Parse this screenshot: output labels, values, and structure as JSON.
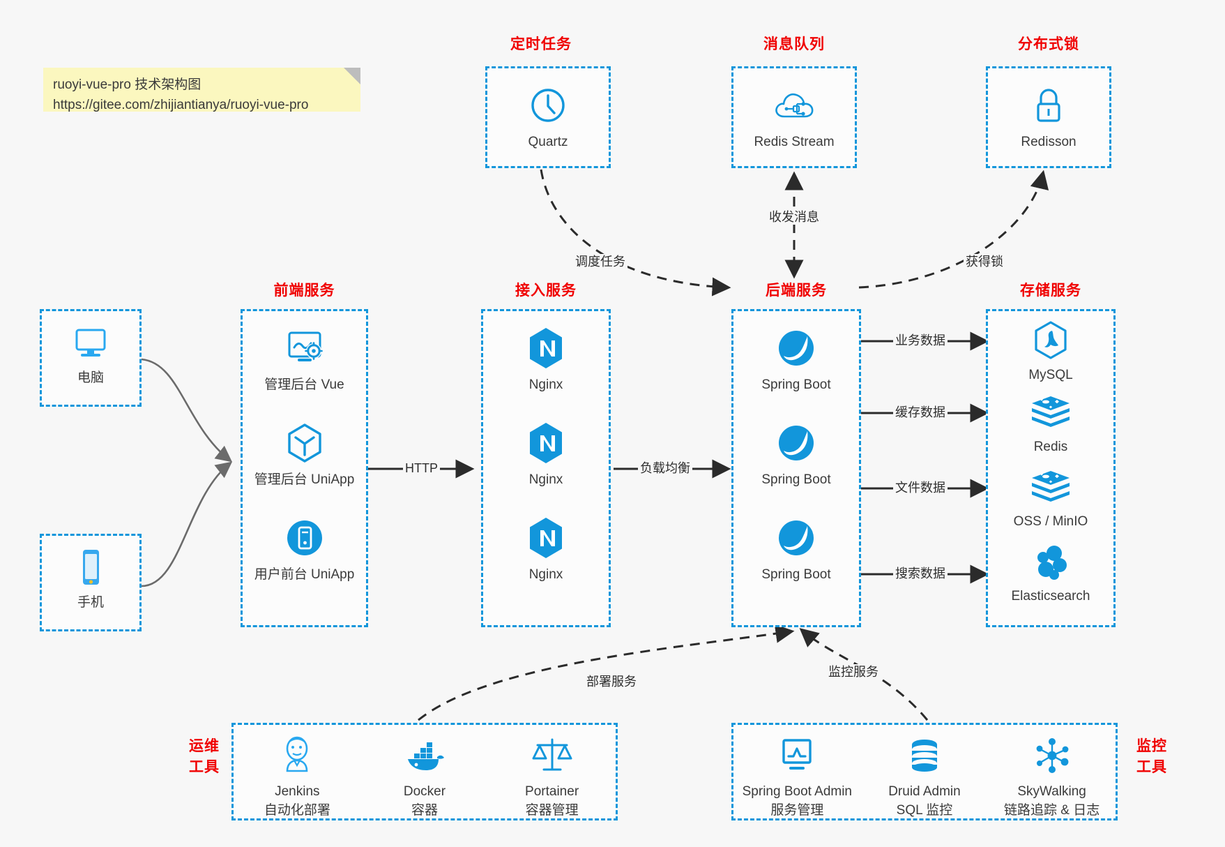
{
  "note": {
    "line1": "ruoyi-vue-pro 技术架构图",
    "line2": "https://gitee.com/zhijiantianya/ruoyi-vue-pro"
  },
  "colors": {
    "box_border": "#1296db",
    "group_title": "#f00000",
    "icon_blue": "#1296db",
    "arrow": "#2b2b2b",
    "canvas_bg": "#f7f7f7",
    "note_bg": "#fbf7bf"
  },
  "groups": {
    "scheduled_task": {
      "title": "定时任务",
      "nodes": [
        {
          "label": "Quartz",
          "icon": "clock-icon"
        }
      ]
    },
    "message_queue": {
      "title": "消息队列",
      "nodes": [
        {
          "label": "Redis Stream",
          "icon": "cloud-network-icon"
        }
      ]
    },
    "distributed_lock": {
      "title": "分布式锁",
      "nodes": [
        {
          "label": "Redisson",
          "icon": "padlock-icon"
        }
      ]
    },
    "client_pc": {
      "title": "",
      "nodes": [
        {
          "label": "电脑",
          "icon": "desktop-monitor-icon"
        }
      ]
    },
    "client_mobile": {
      "title": "",
      "nodes": [
        {
          "label": "手机",
          "icon": "smartphone-icon"
        }
      ]
    },
    "frontend": {
      "title": "前端服务",
      "nodes": [
        {
          "label": "管理后台 Vue",
          "icon": "dashboard-gear-icon"
        },
        {
          "label": "管理后台 UniApp",
          "icon": "hexagon-cube-icon"
        },
        {
          "label": "用户前台 UniApp",
          "icon": "mobile-circle-icon"
        }
      ]
    },
    "gateway": {
      "title": "接入服务",
      "nodes": [
        {
          "label": "Nginx",
          "icon": "nginx-icon"
        },
        {
          "label": "Nginx",
          "icon": "nginx-icon"
        },
        {
          "label": "Nginx",
          "icon": "nginx-icon"
        }
      ]
    },
    "backend": {
      "title": "后端服务",
      "nodes": [
        {
          "label": "Spring Boot",
          "icon": "spring-boot-icon"
        },
        {
          "label": "Spring Boot",
          "icon": "spring-boot-icon"
        },
        {
          "label": "Spring Boot",
          "icon": "spring-boot-icon"
        }
      ]
    },
    "storage": {
      "title": "存储服务",
      "nodes": [
        {
          "label": "MySQL",
          "icon": "mysql-icon"
        },
        {
          "label": "Redis",
          "icon": "redis-icon"
        },
        {
          "label": "OSS / MinIO",
          "icon": "object-storage-icon"
        },
        {
          "label": "Elasticsearch",
          "icon": "elasticsearch-icon"
        }
      ]
    },
    "devops": {
      "title": "运维\n工具",
      "title_line1": "运维",
      "title_line2": "工具",
      "nodes": [
        {
          "label": "Jenkins",
          "sublabel": "自动化部署",
          "icon": "jenkins-butler-icon"
        },
        {
          "label": "Docker",
          "sublabel": "容器",
          "icon": "docker-whale-icon"
        },
        {
          "label": "Portainer",
          "sublabel": "容器管理",
          "icon": "scales-icon"
        }
      ]
    },
    "monitoring": {
      "title_line1": "监控",
      "title_line2": "工具",
      "nodes": [
        {
          "label": "Spring Boot Admin",
          "sublabel": "服务管理",
          "icon": "monitor-chart-icon"
        },
        {
          "label": "Druid Admin",
          "sublabel": "SQL 监控",
          "icon": "database-cylinder-icon"
        },
        {
          "label": "SkyWalking",
          "sublabel": "链路追踪 & 日志",
          "icon": "skywalking-nodes-icon"
        }
      ]
    }
  },
  "edges": [
    {
      "name": "schedule-task",
      "label": "调度任务",
      "style": "dashed"
    },
    {
      "name": "send-receive-message",
      "label": "收发消息",
      "style": "dashed-bidirectional"
    },
    {
      "name": "acquire-lock",
      "label": "获得锁",
      "style": "dashed"
    },
    {
      "name": "http",
      "label": "HTTP",
      "style": "solid"
    },
    {
      "name": "load-balance",
      "label": "负载均衡",
      "style": "solid"
    },
    {
      "name": "business-data",
      "label": "业务数据",
      "style": "solid"
    },
    {
      "name": "cache-data",
      "label": "缓存数据",
      "style": "solid"
    },
    {
      "name": "file-data",
      "label": "文件数据",
      "style": "solid"
    },
    {
      "name": "search-data",
      "label": "搜索数据",
      "style": "solid"
    },
    {
      "name": "deploy-service",
      "label": "部署服务",
      "style": "dashed"
    },
    {
      "name": "monitor-service",
      "label": "监控服务",
      "style": "dashed"
    }
  ]
}
